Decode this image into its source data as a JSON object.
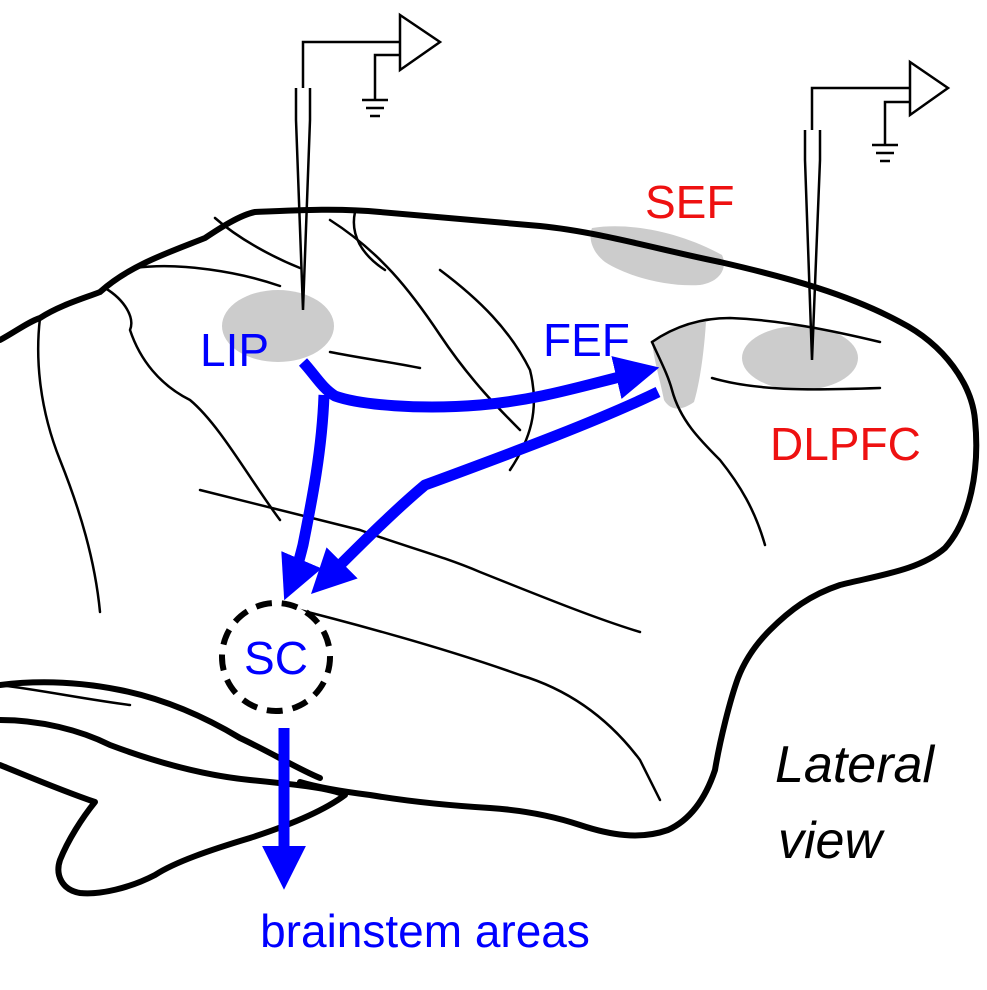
{
  "colors": {
    "pathway": "#0000ff",
    "recording_site_label": "#ee1111",
    "region_fill": "#cccccc",
    "outline": "#000000"
  },
  "regions": {
    "lip": "LIP",
    "fef": "FEF",
    "sef": "SEF",
    "dlpfc": "DLPFC",
    "sc": "SC"
  },
  "output_label": "brainstem areas",
  "view_label": {
    "line1": "Lateral",
    "line2": "view"
  },
  "icons": [
    "electrode-icon",
    "amplifier-icon",
    "ground-icon"
  ]
}
